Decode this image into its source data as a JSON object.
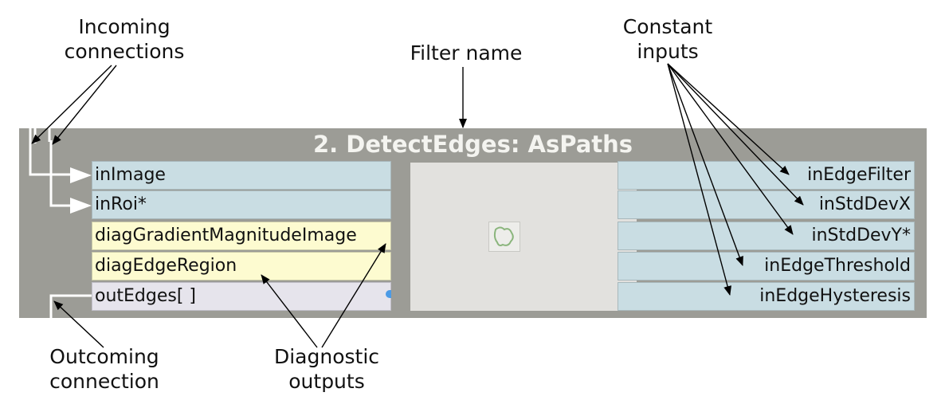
{
  "callouts": {
    "incoming": [
      "Incoming",
      "connections"
    ],
    "filter_name": "Filter name",
    "constant": [
      "Constant",
      "inputs"
    ],
    "outcoming": [
      "Outcoming",
      "connection"
    ],
    "diagnostic": [
      "Diagnostic",
      "outputs"
    ]
  },
  "filter": {
    "title": "2. DetectEdges: AsPaths",
    "left_ports": [
      {
        "label": "inImage",
        "kind": "input"
      },
      {
        "label": "inRoi*",
        "kind": "input"
      },
      {
        "label": "diagGradientMagnitudeImage",
        "kind": "diagnostic"
      },
      {
        "label": "diagEdgeRegion",
        "kind": "diagnostic"
      },
      {
        "label": "outEdges[ ]",
        "kind": "output"
      }
    ],
    "right_ports": [
      {
        "label": "inEdgeFilter"
      },
      {
        "label": "inStdDevX"
      },
      {
        "label": "inStdDevY*"
      },
      {
        "label": "inEdgeThreshold"
      },
      {
        "label": "inEdgeHysteresis"
      }
    ],
    "preview_icon": "region-icon"
  },
  "colors": {
    "header": "#9c9c96",
    "input_port": "#c9dde3",
    "diagnostic_port": "#fdfbd0",
    "output_port": "#e6e4ec",
    "preview": "#e2e1de"
  }
}
